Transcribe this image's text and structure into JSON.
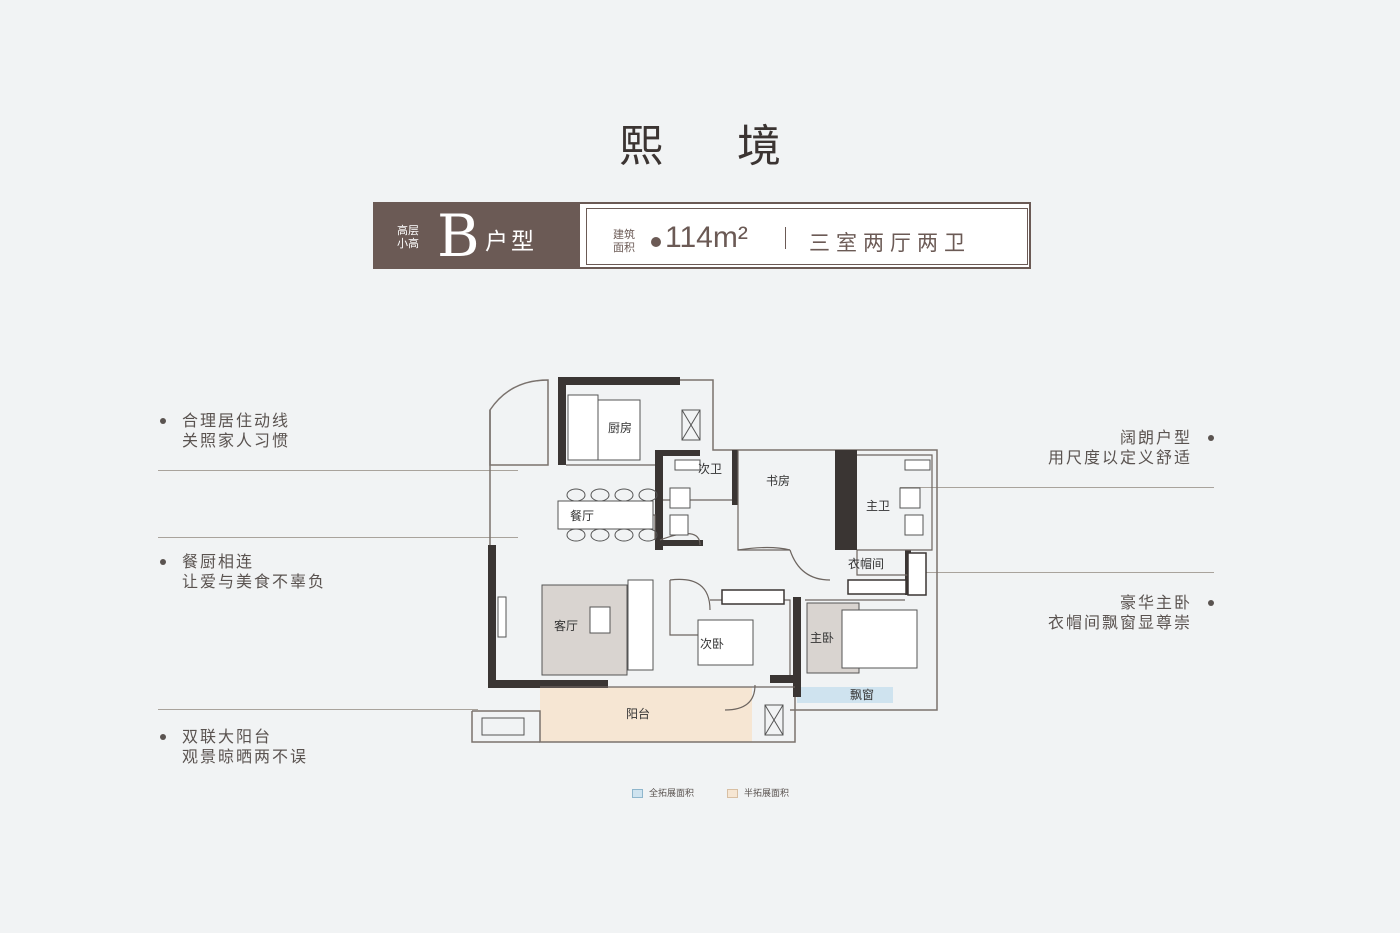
{
  "title": "熙 境",
  "banner": {
    "tier_line1": "高层",
    "tier_line2": "小高",
    "type_letter": "B",
    "type_label": "户型",
    "area_label_line1": "建筑",
    "area_label_line2": "面积",
    "area_value": "114m²",
    "layout_desc": "三室两厅两卫"
  },
  "features": {
    "left": [
      {
        "line1": "合理居住动线",
        "line2": "关照家人习惯"
      },
      {
        "line1": "餐厨相连",
        "line2": "让爱与美食不辜负"
      },
      {
        "line1": "双联大阳台",
        "line2": "观景晾晒两不误"
      }
    ],
    "right": [
      {
        "line1": "阔朗户型",
        "line2": "用尺度以定义舒适"
      },
      {
        "line1": "豪华主卧",
        "line2": "衣帽间飘窗显尊崇"
      }
    ]
  },
  "rooms": {
    "kitchen": "厨房",
    "second_bath": "次卫",
    "study": "书房",
    "master_bath": "主卫",
    "dining": "餐厅",
    "closet": "衣帽间",
    "living": "客厅",
    "second_bedroom": "次卧",
    "master_bedroom": "主卧",
    "bay_window": "飘窗",
    "balcony": "阳台"
  },
  "legend": {
    "full_ext": "全拓展面积",
    "half_ext": "半拓展面积"
  },
  "colors": {
    "brand": "#6b5a55",
    "wall": "#3a3533",
    "full_ext": "#cfe3ef",
    "half_ext": "#f6e6d3"
  }
}
